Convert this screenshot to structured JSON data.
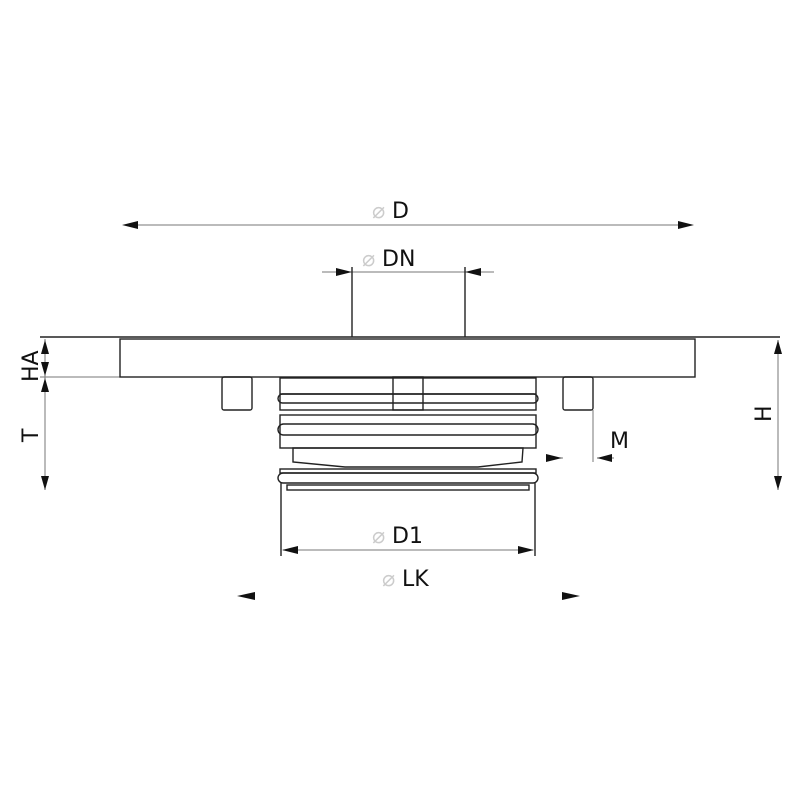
{
  "labels": {
    "diameter_symbol": "⌀",
    "D": "D",
    "DN": "DN",
    "D1": "D1",
    "LK": "LK",
    "HA": "HA",
    "T": "T",
    "H": "H",
    "M": "M"
  }
}
